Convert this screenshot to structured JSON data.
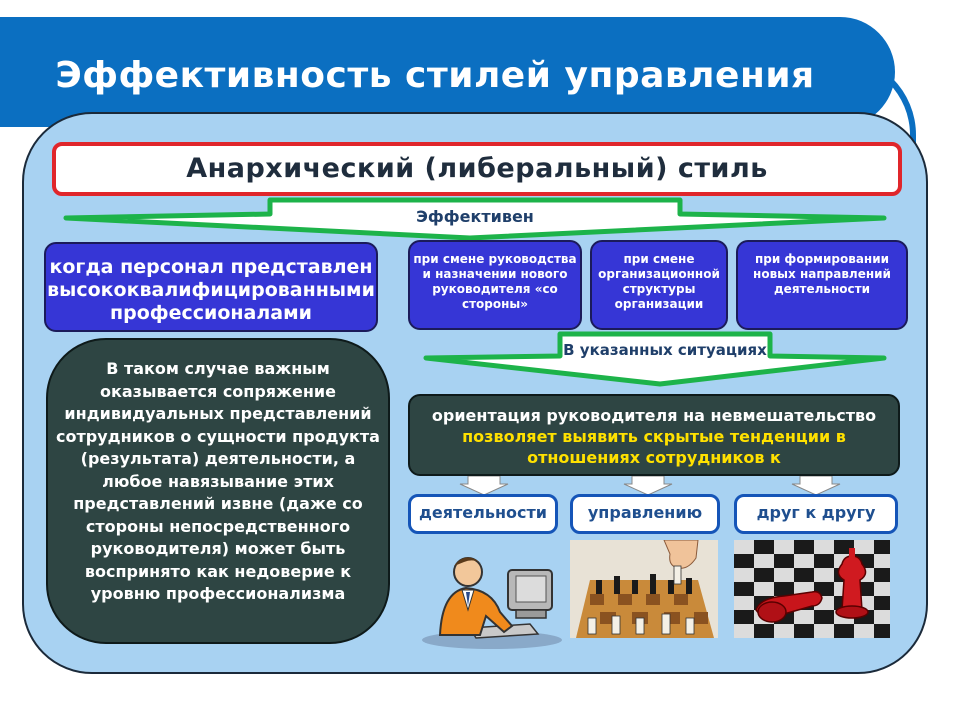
{
  "slide": {
    "title": "Эффективность стилей управления",
    "header": "Анархический (либеральный) стиль",
    "effective_label": "Эффективен",
    "condition_main": "когда персонал представлен высококвалифицированными профессионалами",
    "conditions": [
      "при смене руководства и назначении нового руководителя «со стороны»",
      "при смене организационной структуры организации",
      "при формировании новых направлений деятельности"
    ],
    "explanation": "В таком случае важным оказывается сопряжение индивидуальных представлений сотрудников о сущности продукта (результата) деятельности, а любое навязывание этих представлений извне (даже со стороны непосредственного руководителя) может быть воспринято как недоверие к уровню профессионализма",
    "situations_label": "В указанных ситуациях",
    "orientation_prefix": "ориентация руководителя на невмешательство ",
    "orientation_highlight": "позволяет выявить скрытые тенденции в отношениях сотрудников к",
    "results": [
      "деятельности",
      "управлению",
      "друг к другу"
    ]
  },
  "colors": {
    "title_bar": "#0b6fc1",
    "panel": "#a8d2f2",
    "header_border": "#e0262b",
    "blue_box": "#3636d6",
    "dark_box": "#2e4543",
    "arrow": "#1db34a",
    "highlight": "#ffe100"
  }
}
